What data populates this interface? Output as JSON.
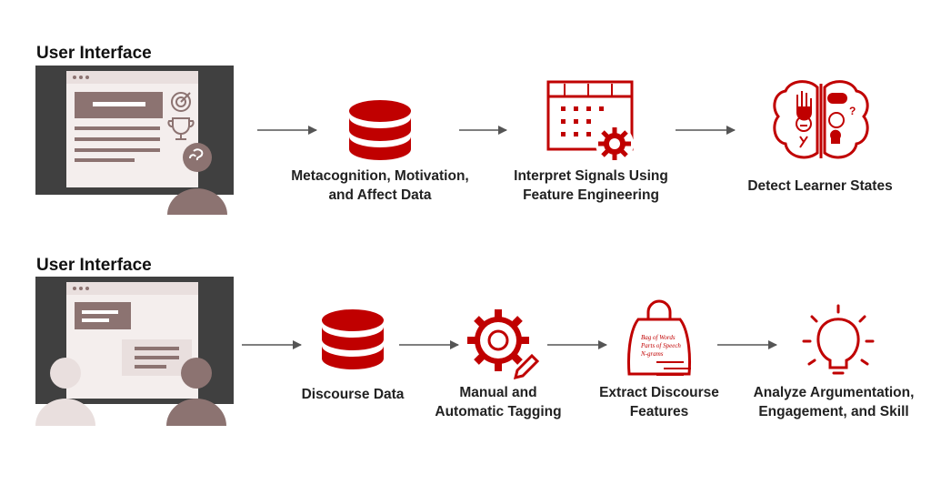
{
  "row1": {
    "title": "User Interface",
    "steps": [
      {
        "line1": "Metacognition, Motivation,",
        "line2": "and Affect Data"
      },
      {
        "line1": "Interpret Signals Using",
        "line2": "Feature Engineering"
      },
      {
        "line1": "Detect Learner States"
      }
    ]
  },
  "row2": {
    "title": "User Interface",
    "steps": [
      {
        "line1": "Discourse Data"
      },
      {
        "line1": "Manual and",
        "line2": "Automatic Tagging"
      },
      {
        "line1": "Extract Discourse",
        "line2": "Features"
      },
      {
        "line1": "Analyze Argumentation,",
        "line2": "Engagement, and Skill"
      }
    ],
    "bag_text": [
      "Bag of Words",
      "Parts of Speech",
      "N-grams"
    ]
  },
  "colors": {
    "accent": "#c00000",
    "dark": "#404040",
    "brown": "#8c7371",
    "light": "#e9dfde",
    "pale": "#f4eeed"
  }
}
